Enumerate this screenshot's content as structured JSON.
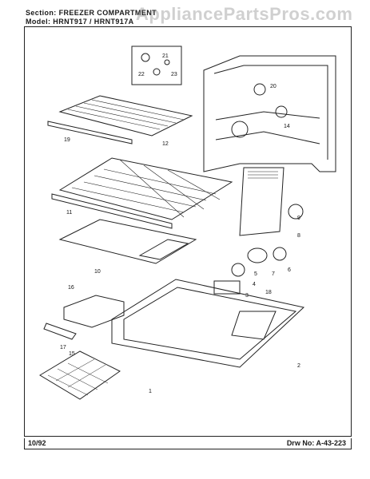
{
  "header": {
    "section": "Section: FREEZER COMPARTMENT",
    "model": "Model: HRNT917 / HRNT917A"
  },
  "watermark": "ApplianceParts​Pros.com",
  "footer": {
    "date": "10/92",
    "drawing_no": "Drw No: A-43-223"
  },
  "callouts": [
    "21",
    "22",
    "23",
    "20",
    "14",
    "19",
    "12",
    "11",
    "8",
    "9",
    "10",
    "5",
    "7",
    "6",
    "4",
    "3",
    "18",
    "16",
    "17",
    "2",
    "1",
    "15"
  ]
}
